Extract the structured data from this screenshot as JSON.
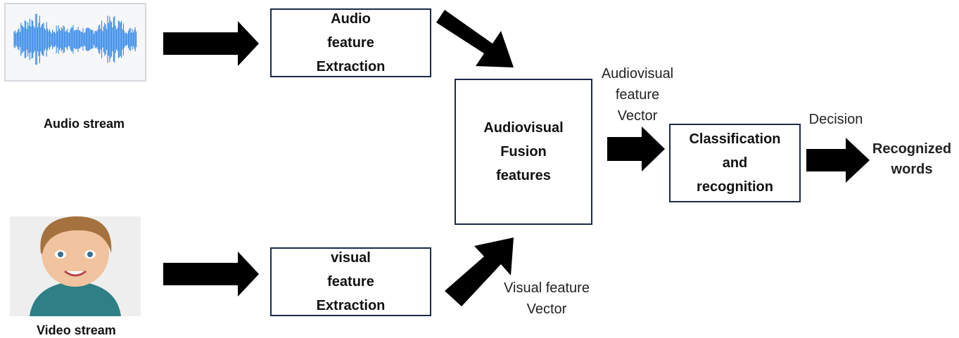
{
  "audio_stream": {
    "label": "Audio stream",
    "icon": "audio-waveform-icon",
    "wave_color": "#2f86e8"
  },
  "video_stream": {
    "label": "Video stream",
    "icon": "face-avatar-icon"
  },
  "audio_extraction": {
    "lines": [
      "Audio",
      "feature",
      "Extraction"
    ]
  },
  "visual_extraction": {
    "lines": [
      "visual",
      "feature",
      "Extraction"
    ]
  },
  "fusion": {
    "lines": [
      "Audiovisual",
      "Fusion",
      "features"
    ]
  },
  "classification": {
    "lines": [
      "Classification",
      "and",
      "recognition"
    ]
  },
  "audiovisual_vector_label": {
    "lines": [
      "Audiovisual",
      "feature",
      "Vector"
    ]
  },
  "visual_vector_label": {
    "lines": [
      "Visual feature",
      "Vector"
    ]
  },
  "decision_label": "Decision",
  "output": {
    "lines": [
      "Recognized",
      "words"
    ]
  },
  "colors": {
    "arrow": "#000000",
    "box_border": "#1b2a48"
  }
}
